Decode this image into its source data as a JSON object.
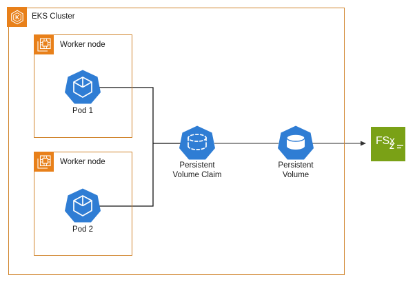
{
  "diagram": {
    "title": "EKS Cluster with FSx persistent storage",
    "colors": {
      "group_border": "#D0832A",
      "aws_orange": "#E8801A",
      "kubernetes_blue": "#2F7DD4",
      "fsx_green": "#7AA116",
      "connector": "#333333",
      "canvas": "#FFFFFF"
    },
    "groups": [
      {
        "id": "eks-cluster",
        "label": "EKS Cluster",
        "icon": "eks-cluster-icon"
      },
      {
        "id": "worker-node-1",
        "label": "Worker node",
        "icon": "worker-node-icon"
      },
      {
        "id": "worker-node-2",
        "label": "Worker node",
        "icon": "worker-node-icon"
      }
    ],
    "nodes": [
      {
        "id": "pod-1",
        "label": "Pod 1",
        "icon": "kubernetes-pod-icon",
        "shape": "heptagon",
        "color": "#2F7DD4"
      },
      {
        "id": "pod-2",
        "label": "Pod 2",
        "icon": "kubernetes-pod-icon",
        "shape": "heptagon",
        "color": "#2F7DD4"
      },
      {
        "id": "persistent-volume-claim",
        "label": "Persistent\nVolume Claim",
        "icon": "kubernetes-pvc-icon",
        "shape": "heptagon",
        "color": "#2F7DD4"
      },
      {
        "id": "persistent-volume",
        "label": "Persistent\nVolume",
        "icon": "kubernetes-pv-icon",
        "shape": "heptagon",
        "color": "#2F7DD4"
      },
      {
        "id": "fsx",
        "label": "FSx",
        "sublabel": "Z",
        "icon": "aws-fsx-icon",
        "shape": "square",
        "color": "#7AA116"
      }
    ],
    "connections": [
      {
        "from": "pod-1",
        "to": "persistent-volume-claim",
        "arrow": false
      },
      {
        "from": "pod-2",
        "to": "persistent-volume-claim",
        "arrow": false
      },
      {
        "from": "persistent-volume-claim",
        "to": "persistent-volume",
        "arrow": false
      },
      {
        "from": "persistent-volume",
        "to": "fsx",
        "arrow": true
      }
    ]
  }
}
